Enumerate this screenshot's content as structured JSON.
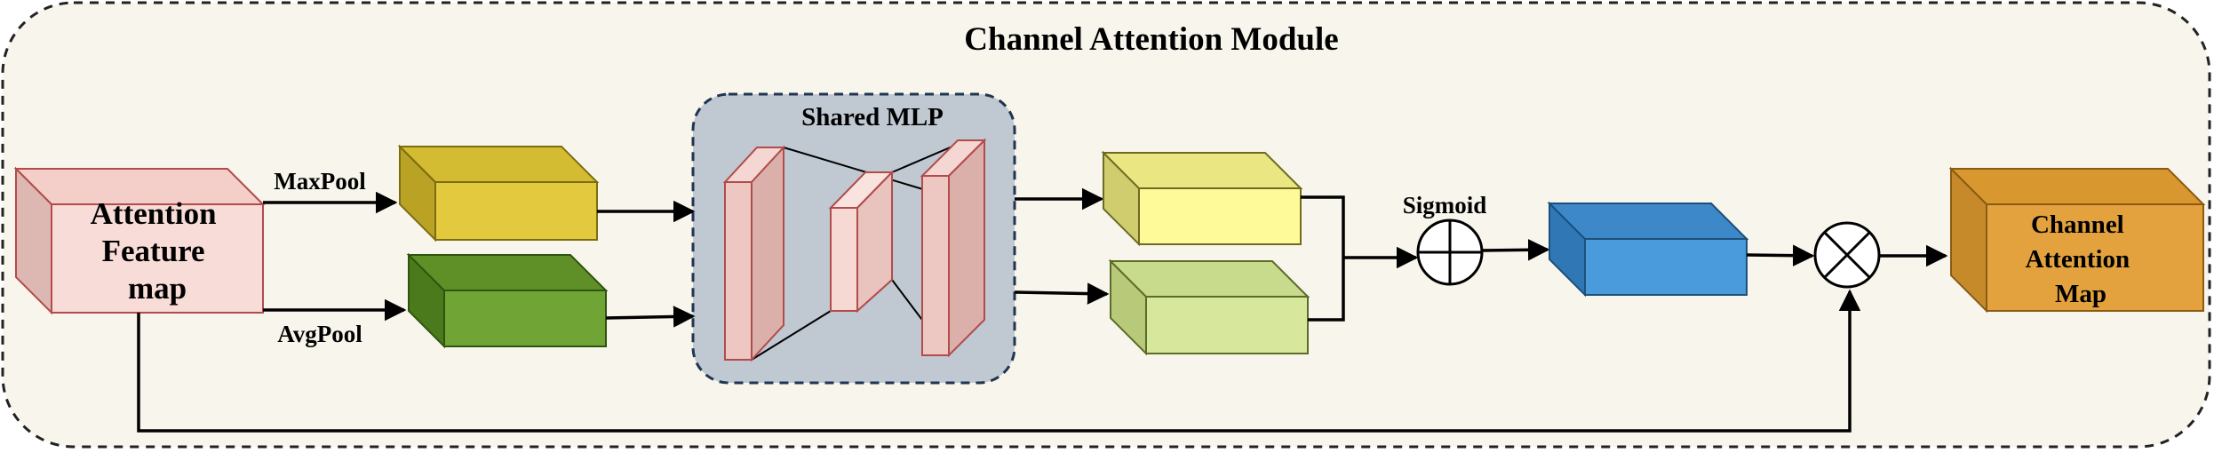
{
  "title": "Channel Attention Module",
  "input_label": [
    "Attention",
    "Feature",
    "map"
  ],
  "maxpool_label": "MaxPool",
  "avgpool_label": "AvgPool",
  "mlp_title": "Shared MLP",
  "sigmoid_label": "Sigmoid",
  "output_label": [
    "Channel",
    "Attention",
    "Map"
  ],
  "colors": {
    "background": "#f8f5ec",
    "input": "#f7d9d4",
    "maxpool": "#e3c93d",
    "avgpool": "#70a536",
    "mlp_bg": "#c0c8d2",
    "mlp_layers": "#f1cfca",
    "upper_out": "#fefa99",
    "lower_out": "#d7e89d",
    "sigmoid_out": "#4a9bdb",
    "output": "#e3a23d"
  }
}
